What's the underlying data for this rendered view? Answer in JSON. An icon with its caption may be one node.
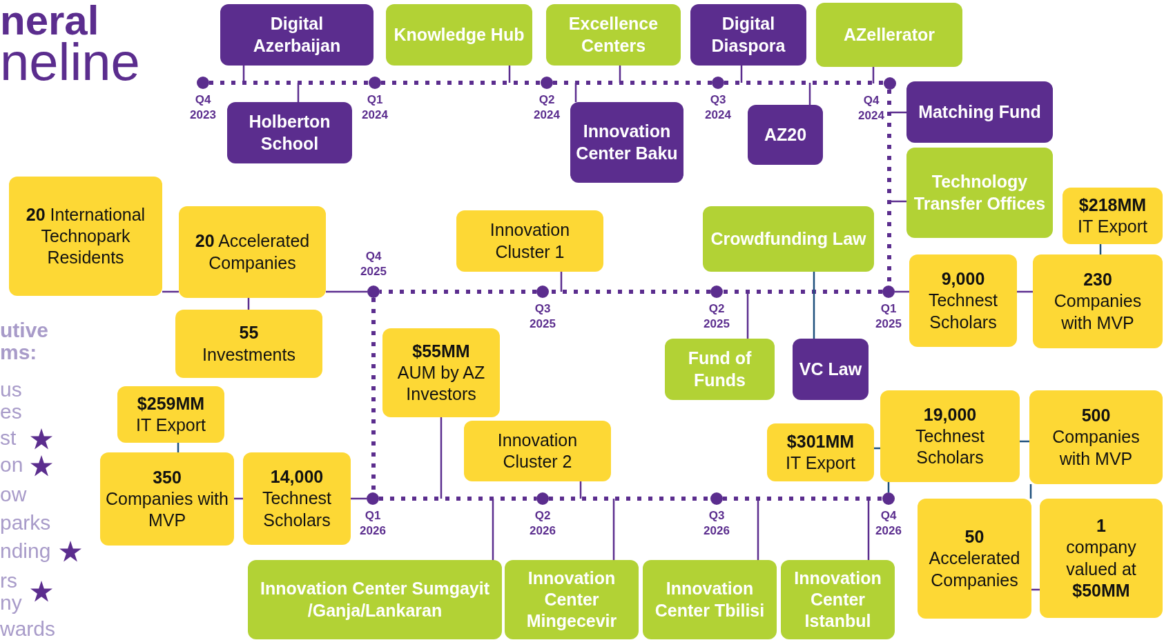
{
  "diagram": {
    "nodes": [
      {
        "text": [
          "Digital Azerbaijan"
        ]
      },
      {
        "text": [
          "Knowledge Hub"
        ]
      },
      {
        "text": [
          "Excellence Centers"
        ]
      },
      {
        "text": [
          "Digital Diaspora"
        ]
      },
      {
        "text": [
          "AZellerator"
        ]
      },
      {
        "text": [
          "Holberton School"
        ]
      },
      {
        "text": [
          "Innovation Center Baku"
        ]
      },
      {
        "text": [
          "AZ20"
        ]
      },
      {
        "text": [
          "Matching Fund"
        ]
      },
      {
        "text": [
          "Technology Transfer Offices"
        ]
      },
      {
        "text": [
          "**20** International Technopark Residents"
        ]
      },
      {
        "text": [
          "**20** Accelerated Companies"
        ]
      },
      {
        "text": [
          "Innovation Cluster 1"
        ]
      },
      {
        "text": [
          "Crowdfunding Law"
        ]
      },
      {
        "text": [
          "$218MM",
          "IT Export"
        ]
      },
      {
        "text": [
          "9,000",
          "Technest Scholars"
        ]
      },
      {
        "text": [
          "230",
          "Companies with MVP"
        ]
      },
      {
        "text": [
          "55",
          "Investments"
        ]
      },
      {
        "text": [
          "$55MM",
          "AUM by AZ Investors"
        ]
      },
      {
        "text": [
          "Fund of Funds"
        ]
      },
      {
        "text": [
          "VC Law"
        ]
      },
      {
        "text": [
          "$259MM",
          "IT Export"
        ]
      },
      {
        "text": [
          "Innovation Cluster 2"
        ]
      },
      {
        "text": [
          "$301MM",
          "IT Export"
        ]
      },
      {
        "text": [
          "19,000",
          "Technest Scholars"
        ]
      },
      {
        "text": [
          "500",
          "Companies with MVP"
        ]
      },
      {
        "text": [
          "350",
          "Companies with MVP"
        ]
      },
      {
        "text": [
          "14,000",
          "Technest Scholars"
        ]
      },
      {
        "text": [
          "50",
          "Accelerated Companies"
        ]
      },
      {
        "text": [
          "1",
          "company valued at **$50MM**"
        ]
      },
      {
        "text": [
          "Innovation Center Sumgayit /Ganja/Lankaran"
        ]
      },
      {
        "text": [
          "Innovation Center Mingecevir"
        ]
      },
      {
        "text": [
          "Innovation Center Tbilisi"
        ]
      },
      {
        "text": [
          "Innovation Center Istanbul"
        ]
      },
      {
        "text": [],
        "shape": "circle",
        "beside": [
          "Q4 2023"
        ]
      },
      {
        "text": [],
        "shape": "circle",
        "beside": [
          "Q1 2024"
        ]
      },
      {
        "text": [],
        "shape": "circle",
        "beside": [
          "Q2 2024"
        ]
      },
      {
        "text": [],
        "shape": "circle",
        "beside": [
          "Q3 2024"
        ]
      },
      {
        "text": [],
        "shape": "circle",
        "beside": [
          "Q4 2024"
        ]
      },
      {
        "text": [],
        "shape": "circle",
        "beside": [
          "Q1 2025"
        ]
      },
      {
        "text": [],
        "shape": "circle",
        "beside": [
          "Q2 2025"
        ]
      },
      {
        "text": [],
        "shape": "circle",
        "beside": [
          "Q3 2025"
        ]
      },
      {
        "text": [],
        "shape": "circle",
        "beside": [
          "Q4 2025"
        ]
      },
      {
        "text": [],
        "shape": "circle",
        "beside": [
          "Q1 2026"
        ]
      },
      {
        "text": [],
        "shape": "circle",
        "beside": [
          "Q2 2026"
        ]
      },
      {
        "text": [],
        "shape": "circle",
        "beside": [
          "Q3 2026"
        ]
      },
      {
        "text": [],
        "shape": "circle",
        "beside": [
          "Q4 2026"
        ]
      }
    ],
    "edges": [
      {
        "from": 34,
        "to": 35,
        "arrow": "none",
        "style": "dashed"
      },
      {
        "from": 35,
        "to": 36,
        "arrow": "none",
        "style": "dashed"
      },
      {
        "from": 36,
        "to": 37,
        "arrow": "none",
        "style": "dashed"
      },
      {
        "from": 37,
        "to": 38,
        "arrow": "none",
        "style": "dashed"
      },
      {
        "from": 38,
        "to": 39,
        "arrow": "none",
        "style": "dashed"
      },
      {
        "from": 39,
        "to": 40,
        "arrow": "none",
        "style": "dashed"
      },
      {
        "from": 40,
        "to": 41,
        "arrow": "none",
        "style": "dashed"
      },
      {
        "from": 41,
        "to": 42,
        "arrow": "none",
        "style": "dashed"
      },
      {
        "from": 42,
        "to": 43,
        "arrow": "none",
        "style": "dashed"
      },
      {
        "from": 43,
        "to": 44,
        "arrow": "none",
        "style": "dashed"
      },
      {
        "from": 44,
        "to": 45,
        "arrow": "none",
        "style": "dashed"
      },
      {
        "from": 45,
        "to": 46,
        "arrow": "none",
        "style": "dashed"
      },
      {
        "from": 0,
        "to": null,
        "arrow": "none"
      },
      {
        "from": 5,
        "to": null,
        "arrow": "none"
      },
      {
        "from": 1,
        "to": null,
        "arrow": "none"
      },
      {
        "from": 2,
        "to": null,
        "arrow": "none"
      },
      {
        "from": 6,
        "to": null,
        "arrow": "none"
      },
      {
        "from": 3,
        "to": null,
        "arrow": "none"
      },
      {
        "from": 7,
        "to": null,
        "arrow": "none"
      },
      {
        "from": 4,
        "to": 38,
        "arrow": "none"
      },
      {
        "from": 8,
        "to": 38,
        "arrow": "none"
      },
      {
        "from": 9,
        "to": null,
        "arrow": "none"
      },
      {
        "from": 12,
        "to": 41,
        "arrow": "none"
      },
      {
        "from": 19,
        "to": null,
        "arrow": "none"
      },
      {
        "from": 13,
        "to": 20,
        "arrow": "none",
        "color": "#1d4f7c"
      },
      {
        "from": 18,
        "to": null,
        "arrow": "none"
      },
      {
        "from": 22,
        "to": null,
        "arrow": "none"
      },
      {
        "from": 30,
        "to": null,
        "arrow": "none"
      },
      {
        "from": 31,
        "to": null,
        "arrow": "none"
      },
      {
        "from": 32,
        "to": null,
        "arrow": "none"
      },
      {
        "from": 33,
        "to": 46,
        "arrow": "none"
      },
      {
        "from": 10,
        "to": 11,
        "arrow": "none"
      },
      {
        "from": 11,
        "to": 42,
        "arrow": "none"
      },
      {
        "from": 11,
        "to": 17,
        "arrow": "none"
      },
      {
        "from": 39,
        "to": 15,
        "arrow": "none"
      },
      {
        "from": 15,
        "to": 16,
        "arrow": "none"
      },
      {
        "from": 16,
        "to": 14,
        "arrow": "none",
        "color": "#1d4f7c"
      },
      {
        "from": 21,
        "to": 26,
        "arrow": "none",
        "color": "#1d4f7c"
      },
      {
        "from": 26,
        "to": 27,
        "arrow": "none"
      },
      {
        "from": 27,
        "to": 43,
        "arrow": "none"
      },
      {
        "from": 46,
        "to": 24,
        "arrow": "none",
        "color": "#1d4f7c"
      },
      {
        "from": 23,
        "to": 24,
        "arrow": "none",
        "color": "#1d4f7c"
      },
      {
        "from": 24,
        "to": 25,
        "arrow": "none",
        "color": "#1d4f7c"
      },
      {
        "from": 25,
        "to": 28,
        "arrow": "none",
        "color": "#1d4f7c"
      },
      {
        "from": 28,
        "to": 29,
        "arrow": "none"
      }
    ],
    "labels": [
      "neral",
      "neline",
      "utive",
      "ms:",
      "us",
      "es",
      "st",
      "on",
      "ow",
      "parks",
      "nding",
      "rs",
      "ny",
      "wards"
    ]
  }
}
